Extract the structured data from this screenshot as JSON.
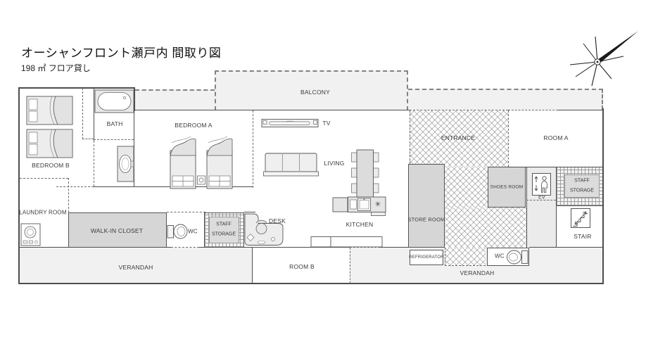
{
  "title": "オーシャンフロント瀬戸内 間取り図",
  "subtitle": "198 ㎡ フロア貸し",
  "rooms": {
    "balcony": "BALCONY",
    "bath": "BATH",
    "bedroom_a": "BEDROOM A",
    "bedroom_b": "BEDROOM B",
    "tv": "TV",
    "living": "LIVING",
    "entrance": "ENTRANCE",
    "room_a": "ROOM A",
    "laundry_room": "LAUNDRY ROOM",
    "walk_in_closet": "WALK-IN CLOSET",
    "wc_left": "WC",
    "staff_storage_left": "STAFF STORAGE",
    "desk": "DESK",
    "kitchen": "KITCHEN",
    "store_room": "STORE ROOM",
    "shoes_room": "SHOES ROOM",
    "ev": "EV",
    "staff_storage_right": "STAFF STORAGE",
    "stair": "STAIR",
    "verandah_left": "VERANDAH",
    "room_b": "ROOM B",
    "refrigerator": "REFRIGERATOR",
    "wc_right": "WC",
    "verandah_right": "VERANDAH"
  },
  "icons": {
    "stove_burner": "✳",
    "compass": "compass-rose"
  },
  "colors": {
    "wall": "#4d4d4d",
    "outdoor_fill": "#f1f1f1",
    "room_block_fill": "#d6d6d6",
    "text": "#3a3a3a",
    "background": "#ffffff"
  }
}
